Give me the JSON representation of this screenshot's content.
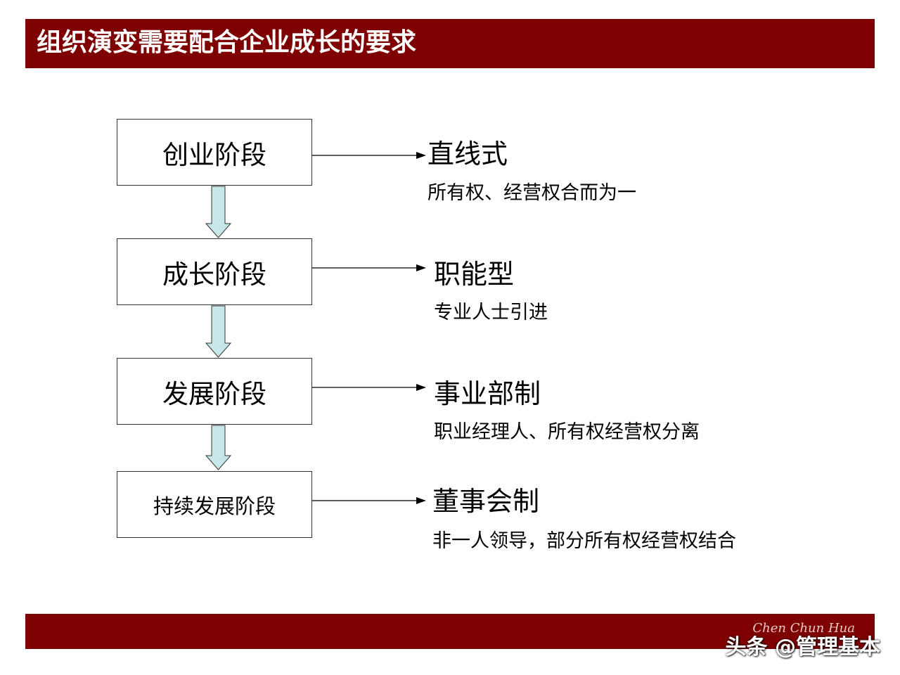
{
  "title": "组织演变需要配合企业成长的要求",
  "stages": [
    {
      "label": "创业阶段",
      "type": "直线式",
      "description": "所有权、经营权合而为一"
    },
    {
      "label": "成长阶段",
      "type": "职能型",
      "description": "专业人士引进"
    },
    {
      "label": "发展阶段",
      "type": "事业部制",
      "description": "职业经理人、所有权经营权分离"
    },
    {
      "label": "持续发展阶段",
      "type": "董事会制",
      "description": "非一人领导，部分所有权经营权结合"
    }
  ],
  "footer": {
    "author": "Chen Chun Hua",
    "watermark": "头条 @管理基本"
  },
  "colors": {
    "brand": "#7f0000",
    "arrow_fill": "#c6e6e8",
    "box_border": "#333333"
  }
}
